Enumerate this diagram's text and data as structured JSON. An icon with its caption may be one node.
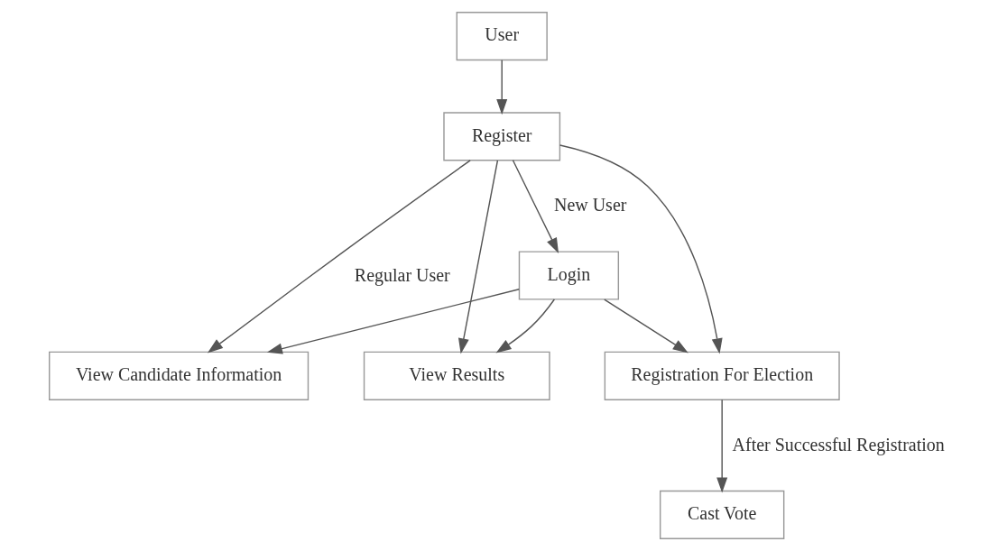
{
  "diagram": {
    "nodes": [
      {
        "text": [
          "User"
        ]
      },
      {
        "text": [
          "Register"
        ]
      },
      {
        "text": [
          "Login"
        ]
      },
      {
        "text": [
          "View Candidate Information"
        ]
      },
      {
        "text": [
          "Registration For Election"
        ]
      },
      {
        "text": [
          "View Results"
        ]
      },
      {
        "text": [
          "Cast Vote"
        ]
      }
    ],
    "edges": [
      {
        "from": 0,
        "to": 1,
        "arrow": "to"
      },
      {
        "from": 1,
        "to": 2,
        "label": "New User",
        "arrow": "to"
      },
      {
        "from": 1,
        "to": 3,
        "label": "Regular User",
        "arrow": "to"
      },
      {
        "from": 1,
        "to": 4,
        "arrow": "to"
      },
      {
        "from": 1,
        "to": 5,
        "arrow": "to"
      },
      {
        "from": 2,
        "to": 3,
        "arrow": "to"
      },
      {
        "from": 2,
        "to": 4,
        "arrow": "to"
      },
      {
        "from": 2,
        "to": 5,
        "arrow": "to"
      },
      {
        "from": 4,
        "to": 6,
        "label": "After Successful Registration",
        "arrow": "to"
      }
    ]
  }
}
